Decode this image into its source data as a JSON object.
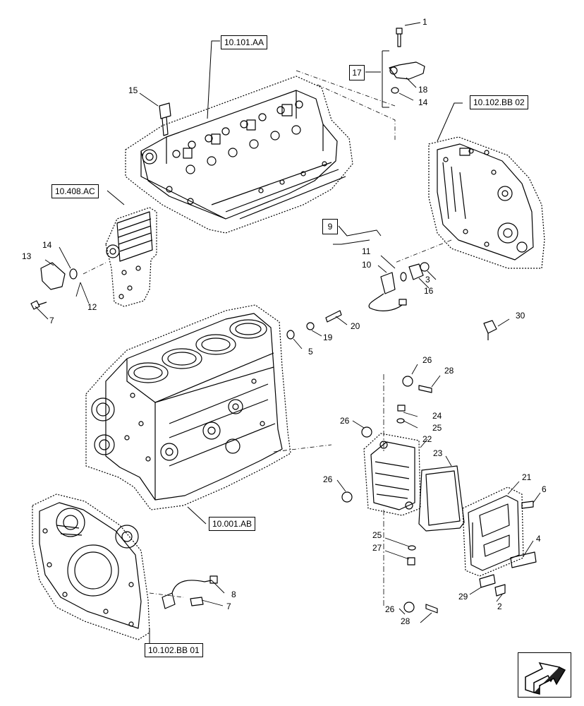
{
  "references": {
    "cylinder_head": "10.101.AA",
    "oil_cooler": "10.408.AC",
    "flywheel_housing": "10.102.BB 02",
    "engine_block": "10.001.AB",
    "front_cover": "10.102.BB 01"
  },
  "group_boxes": {
    "sensor_kit": "17",
    "harness_group": "9"
  },
  "callouts": {
    "c1": "1",
    "c2": "2",
    "c3": "3",
    "c4": "4",
    "c5": "5",
    "c6": "6",
    "c7a": "7",
    "c7b": "7",
    "c8": "8",
    "c10": "10",
    "c11": "11",
    "c12": "12",
    "c13": "13",
    "c14a": "14",
    "c14b": "14",
    "c15": "15",
    "c16": "16",
    "c18": "18",
    "c19": "19",
    "c20": "20",
    "c21": "21",
    "c22": "22",
    "c23": "23",
    "c24": "24",
    "c25a": "25",
    "c25b": "25",
    "c26a": "26",
    "c26b": "26",
    "c26c": "26",
    "c26d": "26",
    "c27": "27",
    "c28a": "28",
    "c28b": "28",
    "c29": "29",
    "c30": "30"
  },
  "nav_icon": "next-page-arrow-icon"
}
